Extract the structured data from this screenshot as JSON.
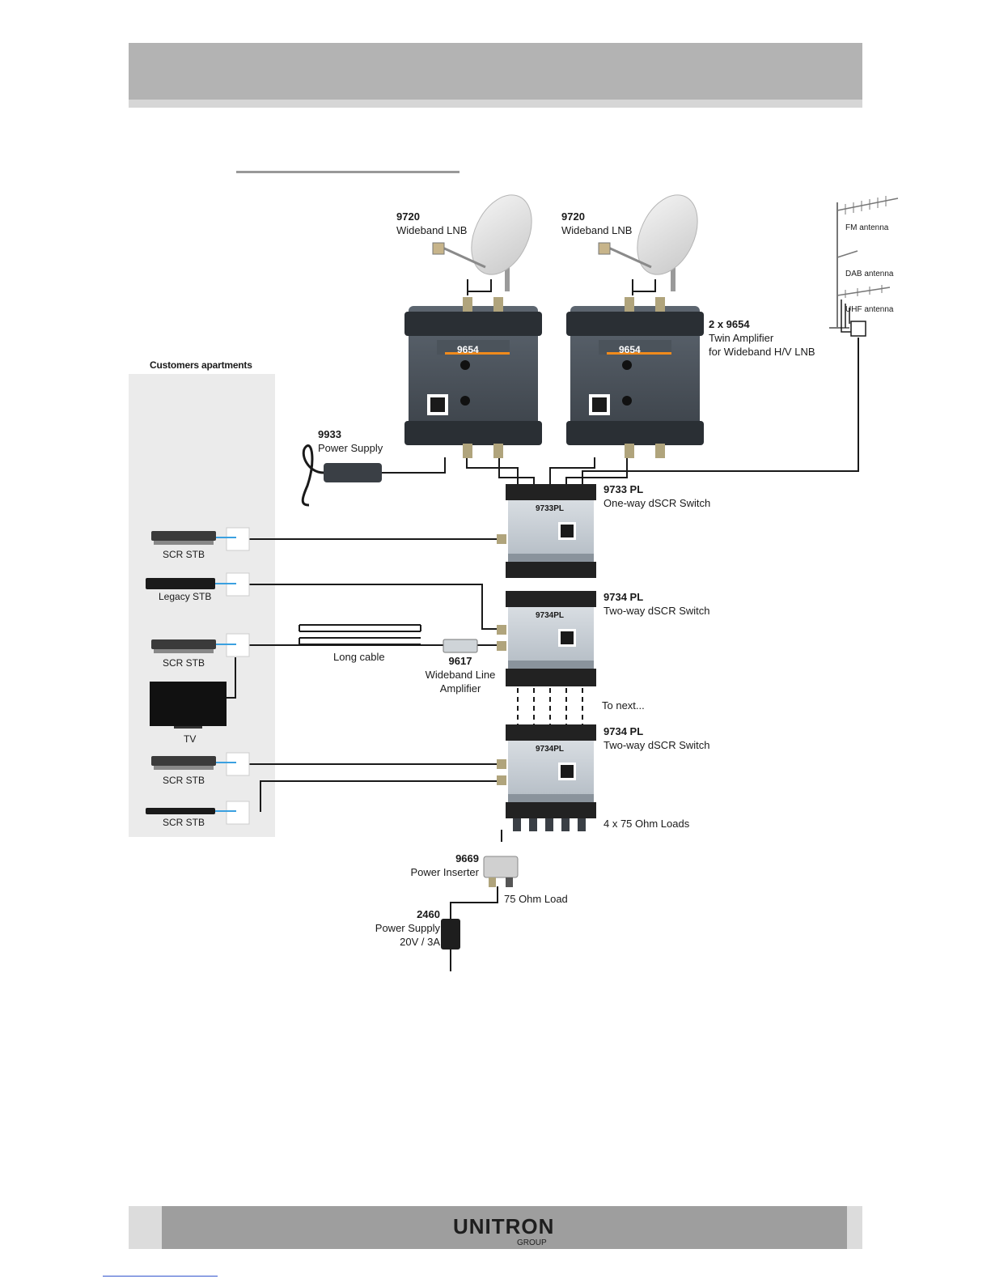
{
  "apartments": {
    "title": "Customers apartments",
    "devices": [
      {
        "label": "SCR STB"
      },
      {
        "label": "Legacy STB"
      },
      {
        "label": "SCR STB"
      },
      {
        "label": "TV"
      },
      {
        "label": "SCR STB"
      },
      {
        "label": "SCR STB"
      }
    ]
  },
  "components": {
    "lnb_left": {
      "code": "9720",
      "name": "Wideband LNB"
    },
    "lnb_right": {
      "code": "9720",
      "name": "Wideband LNB"
    },
    "antennas": {
      "fm": "FM antenna",
      "dab": "DAB antenna",
      "uhf": "UHF antenna"
    },
    "amplifier": {
      "code": "2 x 9654",
      "line1": "Twin Amplifier",
      "line2": "for Wideband H/V LNB",
      "unit_label": "9654"
    },
    "power_supply_top": {
      "code": "9933",
      "name": "Power Supply"
    },
    "switch1": {
      "code": "9733 PL",
      "name": "One-way dSCR Switch",
      "unit_label": "9733PL"
    },
    "switch2": {
      "code": "9734 PL",
      "name": "Two-way dSCR Switch",
      "unit_label": "9734PL"
    },
    "switch3": {
      "code": "9734 PL",
      "name": "Two-way dSCR Switch",
      "unit_label": "9734PL"
    },
    "long_cable": "Long cable",
    "line_amp": {
      "code": "9617",
      "line1": "Wideband Line",
      "line2": "Amplifier"
    },
    "to_next": "To next...",
    "loads": "4 x 75 Ohm Loads",
    "power_inserter": {
      "code": "9669",
      "name": "Power Inserter"
    },
    "ohm_load": "75 Ohm Load",
    "power_supply_bottom": {
      "code": "2460",
      "name": "Power Supply",
      "rating": "20V / 3A"
    }
  },
  "footer": {
    "logo_main": "UNITRON",
    "logo_sub": "GROUP"
  }
}
